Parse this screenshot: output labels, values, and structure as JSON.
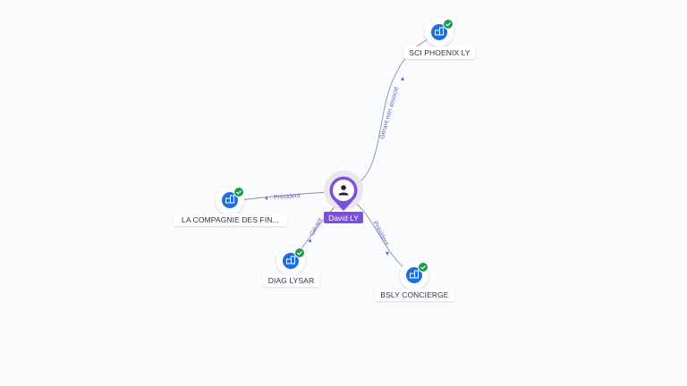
{
  "center": {
    "name": "David LY",
    "icon": "person-icon",
    "color": "#7b4ee0"
  },
  "companies": [
    {
      "id": "sci-phoenix-ly",
      "name": "SCI PHOENIX LY",
      "relation": "Gérant non associé",
      "icon": "building-icon",
      "status_icon": "check-icon"
    },
    {
      "id": "la-compagnie",
      "name": "LA COMPAGNIE DES FIN...",
      "relation": "Président",
      "icon": "building-icon",
      "status_icon": "check-icon"
    },
    {
      "id": "diag-lysar",
      "name": "DIAG LYSAR",
      "relation": "Gérant",
      "icon": "building-icon",
      "status_icon": "check-icon"
    },
    {
      "id": "bsly-concierge",
      "name": "BSLY CONCIERGE",
      "relation": "Président",
      "icon": "building-icon",
      "status_icon": "check-icon"
    }
  ],
  "colors": {
    "company_icon": "#1f6fe0",
    "status_ok": "#1d9a55",
    "edge_label": "#6b63c9"
  }
}
